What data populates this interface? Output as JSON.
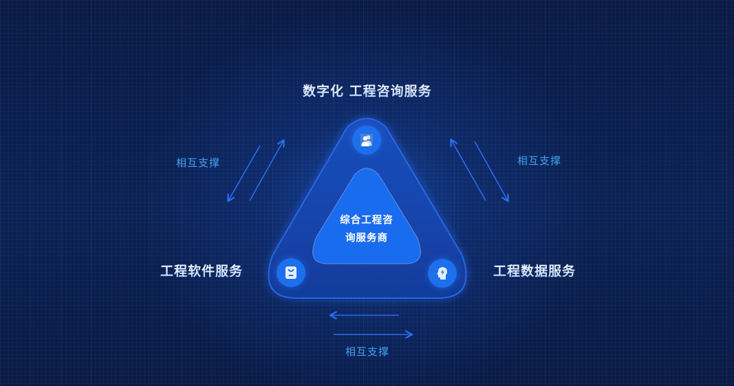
{
  "diagram": {
    "top_title": "数字化  工程咨询服务",
    "left_title": "工程软件服务",
    "right_title": "工程数据服务",
    "center_lines": [
      "综合工程咨",
      "询服务商"
    ],
    "relations": {
      "top_left": "相互支撑",
      "top_right": "相互支撑",
      "bottom": "相互支撑"
    },
    "nodes": [
      {
        "position": "top",
        "icon": "users-icon"
      },
      {
        "position": "bottom-left",
        "icon": "software-package-icon"
      },
      {
        "position": "bottom-right",
        "icon": "head-lightning-icon"
      }
    ],
    "colors": {
      "background": "#0b1b46",
      "accent_blue": "#1d6fec",
      "arrow_blue": "#2a6ef0",
      "relation_text": "#3fa2f0",
      "title_text": "#dcebff"
    }
  }
}
